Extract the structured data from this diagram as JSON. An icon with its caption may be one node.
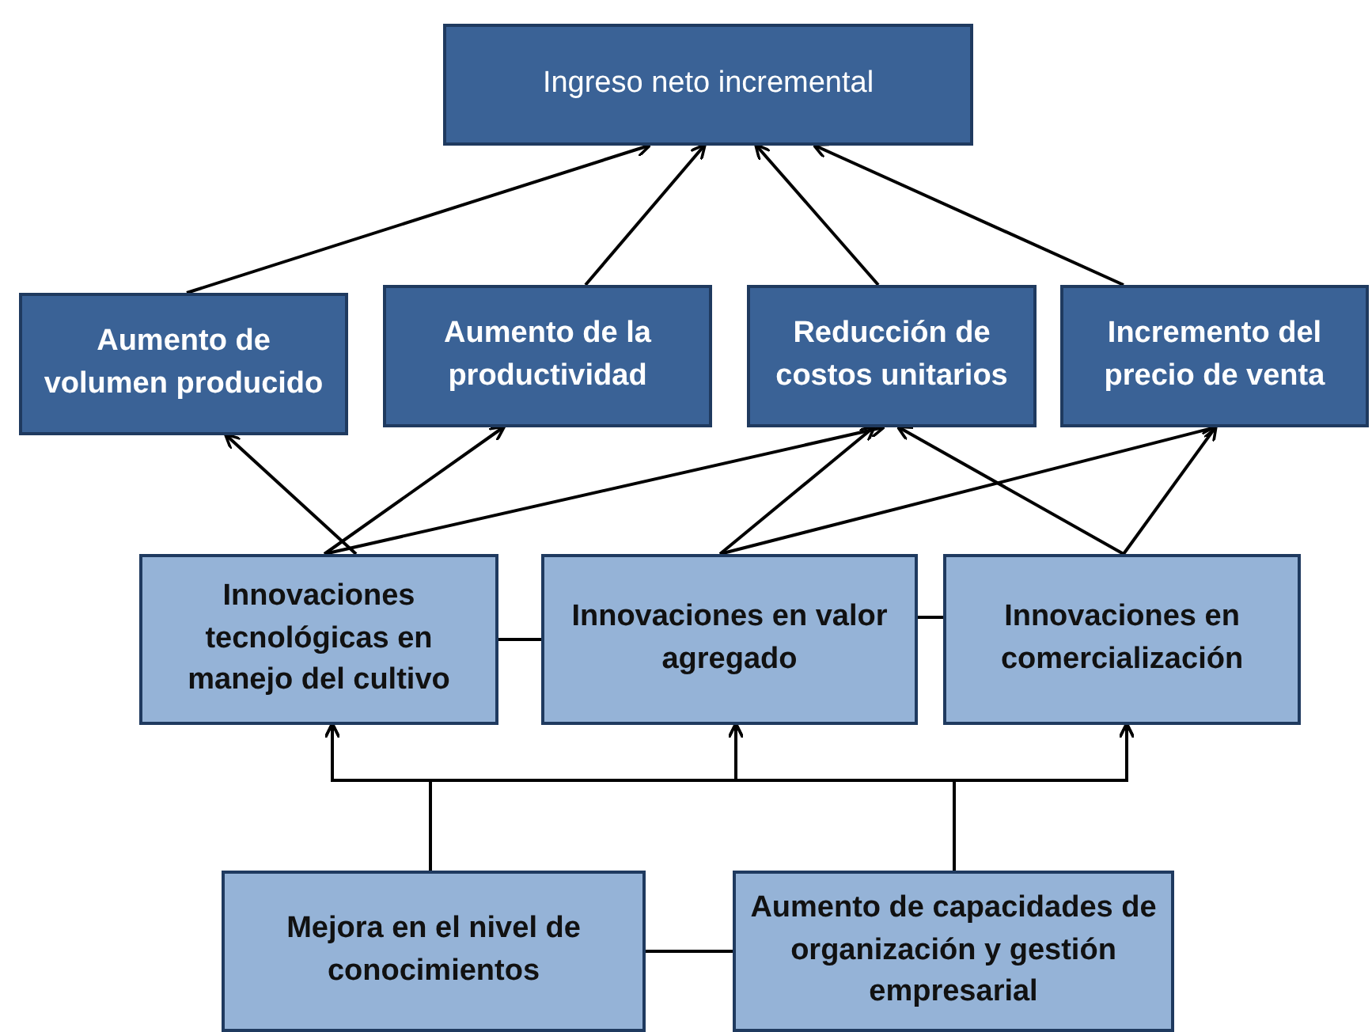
{
  "diagram": {
    "nodes": [
      {
        "text": [
          "Ingreso neto incremental"
        ]
      },
      {
        "text": [
          "Aumento de volumen producido"
        ]
      },
      {
        "text": [
          "Aumento de la productividad"
        ]
      },
      {
        "text": [
          "Reducción de costos unitarios"
        ]
      },
      {
        "text": [
          "Incremento del precio de venta"
        ]
      },
      {
        "text": [
          "Innovaciones tecnológicas en manejo del cultivo"
        ]
      },
      {
        "text": [
          "Innovaciones en valor agregado"
        ]
      },
      {
        "text": [
          "Innovaciones en comercialización"
        ]
      },
      {
        "text": [
          "Mejora en el nivel de conocimientos"
        ]
      },
      {
        "text": [
          "Aumento de capacidades de organización y gestión empresarial"
        ]
      }
    ],
    "edges": [
      {
        "from": 1,
        "to": 0,
        "arrow": "to"
      },
      {
        "from": 2,
        "to": 0,
        "arrow": "to"
      },
      {
        "from": 3,
        "to": 0,
        "arrow": "to"
      },
      {
        "from": 4,
        "to": 0,
        "arrow": "to"
      },
      {
        "from": 5,
        "to": 1,
        "arrow": "to"
      },
      {
        "from": 5,
        "to": 2,
        "arrow": "to"
      },
      {
        "from": 5,
        "to": 3,
        "arrow": "to"
      },
      {
        "from": 6,
        "to": 3,
        "arrow": "to"
      },
      {
        "from": 6,
        "to": 4,
        "arrow": "to"
      },
      {
        "from": 7,
        "to": 3,
        "arrow": "to"
      },
      {
        "from": 7,
        "to": 4,
        "arrow": "to"
      },
      {
        "from": 5,
        "to": 6,
        "arrow": "none"
      },
      {
        "from": 6,
        "to": 7,
        "arrow": "none"
      },
      {
        "from": 8,
        "to": 9,
        "arrow": "none"
      },
      {
        "from": 8,
        "to": 5,
        "arrow": "to"
      },
      {
        "from": 8,
        "to": 6,
        "arrow": "to"
      },
      {
        "from": 8,
        "to": 7,
        "arrow": "to"
      },
      {
        "from": 9,
        "to": 5,
        "arrow": "to"
      },
      {
        "from": 9,
        "to": 6,
        "arrow": "to"
      },
      {
        "from": 9,
        "to": 7,
        "arrow": "to"
      }
    ]
  }
}
